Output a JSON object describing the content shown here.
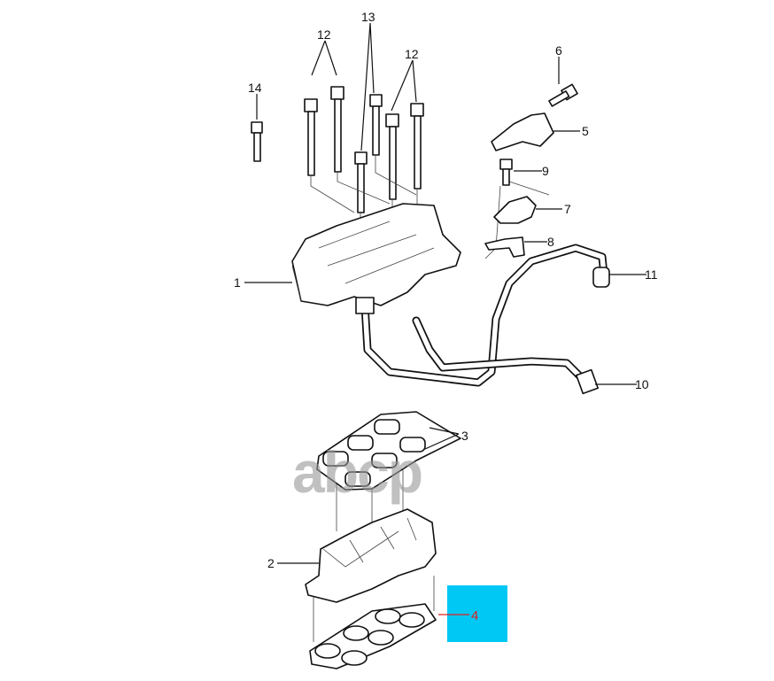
{
  "diagram": {
    "watermark": "abcp",
    "highlight_color": "#00c8f5",
    "highlighted_callout": "4",
    "callouts": {
      "c1": "1",
      "c2": "2",
      "c3": "3",
      "c4": "4",
      "c5": "5",
      "c6": "6",
      "c7": "7",
      "c8": "8",
      "c9": "9",
      "c10": "10",
      "c11": "11",
      "c12a": "12",
      "c12b": "12",
      "c13": "13",
      "c14": "14"
    }
  }
}
